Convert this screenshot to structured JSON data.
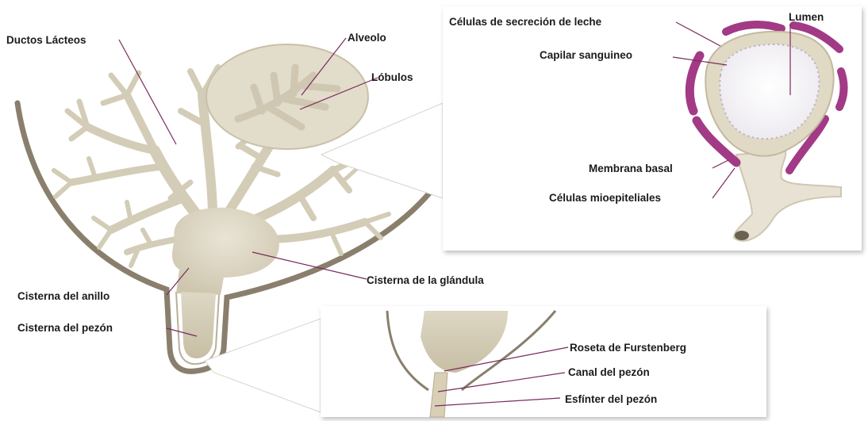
{
  "labels": {
    "ductos_lacteos": "Ductos Lácteos",
    "alveolo": "Alveolo",
    "lobulos": "Lóbulos",
    "cisterna_glandula": "Cisterna de la glándula",
    "cisterna_anillo": "Cisterna del anillo",
    "cisterna_pezon": "Cisterna del pezón",
    "celulas_secrecion": "Células de secreción de leche",
    "lumen": "Lumen",
    "capilar": "Capilar sanguineo",
    "membrana_basal": "Membrana basal",
    "celulas_mio": "Células mioepiteliales",
    "roseta": "Roseta de Furstenberg",
    "canal_pezon": "Canal del pezón",
    "esfinter": "Esfínter del pezón"
  },
  "colors": {
    "tissue": "#d8d2bf",
    "tissue_light": "#e6e1d3",
    "outline": "#8a7f6d",
    "secretory": "#a23a86",
    "leader": "#7a2a5c",
    "text": "#1b1b1b"
  }
}
